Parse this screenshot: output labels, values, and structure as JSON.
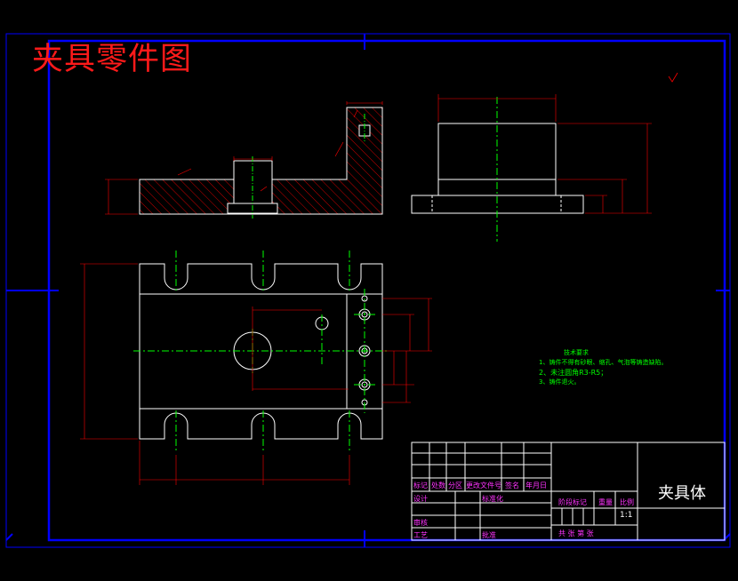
{
  "drawing_title": "夹具零件图",
  "part_name": "夹具体",
  "scale": "1:1",
  "technical_notes": {
    "heading": "技术要求",
    "items": [
      "1、铸件不得有砂眼、缩孔、气泡等铸造缺陷。",
      "2、未注圆角R3-R5；",
      "3、铸件退火。"
    ]
  },
  "title_block": {
    "row_headers": [
      "标记",
      "处数",
      "分区",
      "更改文件号",
      "签名",
      "年月日"
    ],
    "design": "设计",
    "standardize": "标准化",
    "review": "审核",
    "process": "工艺",
    "approve": "批准",
    "stage_mark": "阶段标记",
    "weight": "重量",
    "ratio": "比例",
    "sheets": "共  张  第  张"
  },
  "colors": {
    "frame": "#0000ff",
    "geometry": "#ffffff",
    "centerline": "#00ff00",
    "hatch": "#ff0000",
    "dimension": "#ff0000",
    "titleblock_text": "#ff00ff"
  }
}
